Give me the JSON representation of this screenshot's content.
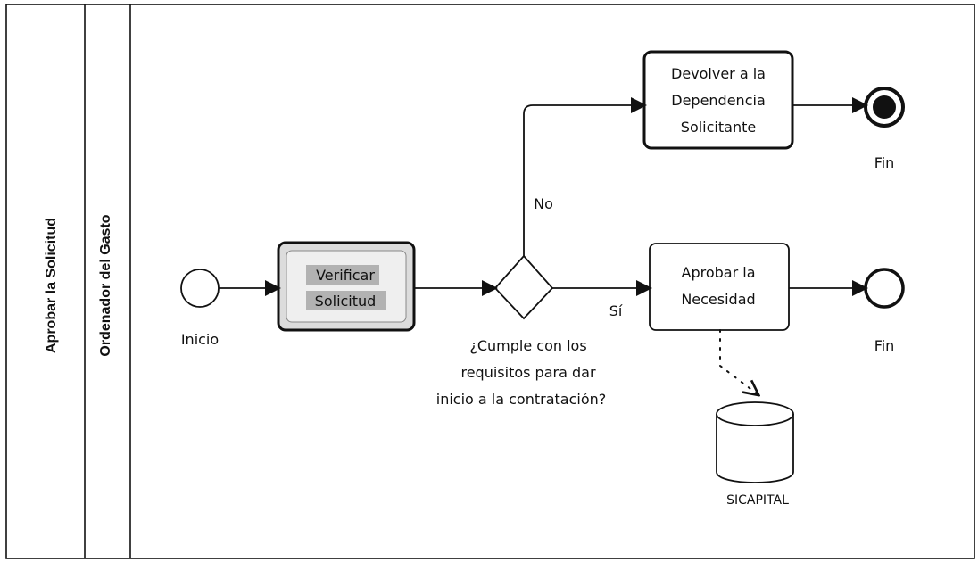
{
  "pool": {
    "title": "Aprobar la Solicitud"
  },
  "lane": {
    "title": "Ordenador del Gasto"
  },
  "nodes": {
    "start": {
      "label": "Inicio"
    },
    "verify": {
      "lines": [
        "Verificar",
        "Solicitud"
      ]
    },
    "return": {
      "lines": [
        "Devolver a la",
        "Dependencia",
        "Solicitante"
      ]
    },
    "approve": {
      "lines": [
        "Aprobar la",
        "Necesidad"
      ]
    },
    "gateway": {
      "question_lines": [
        "¿Cumple con los",
        "requisitos para dar",
        "inicio a la contratación?"
      ]
    },
    "end_top": {
      "label": "Fin"
    },
    "end_bottom": {
      "label": "Fin"
    },
    "database": {
      "label": "SICAPITAL"
    }
  },
  "flows": {
    "no_label": "No",
    "yes_label": "Sí"
  }
}
